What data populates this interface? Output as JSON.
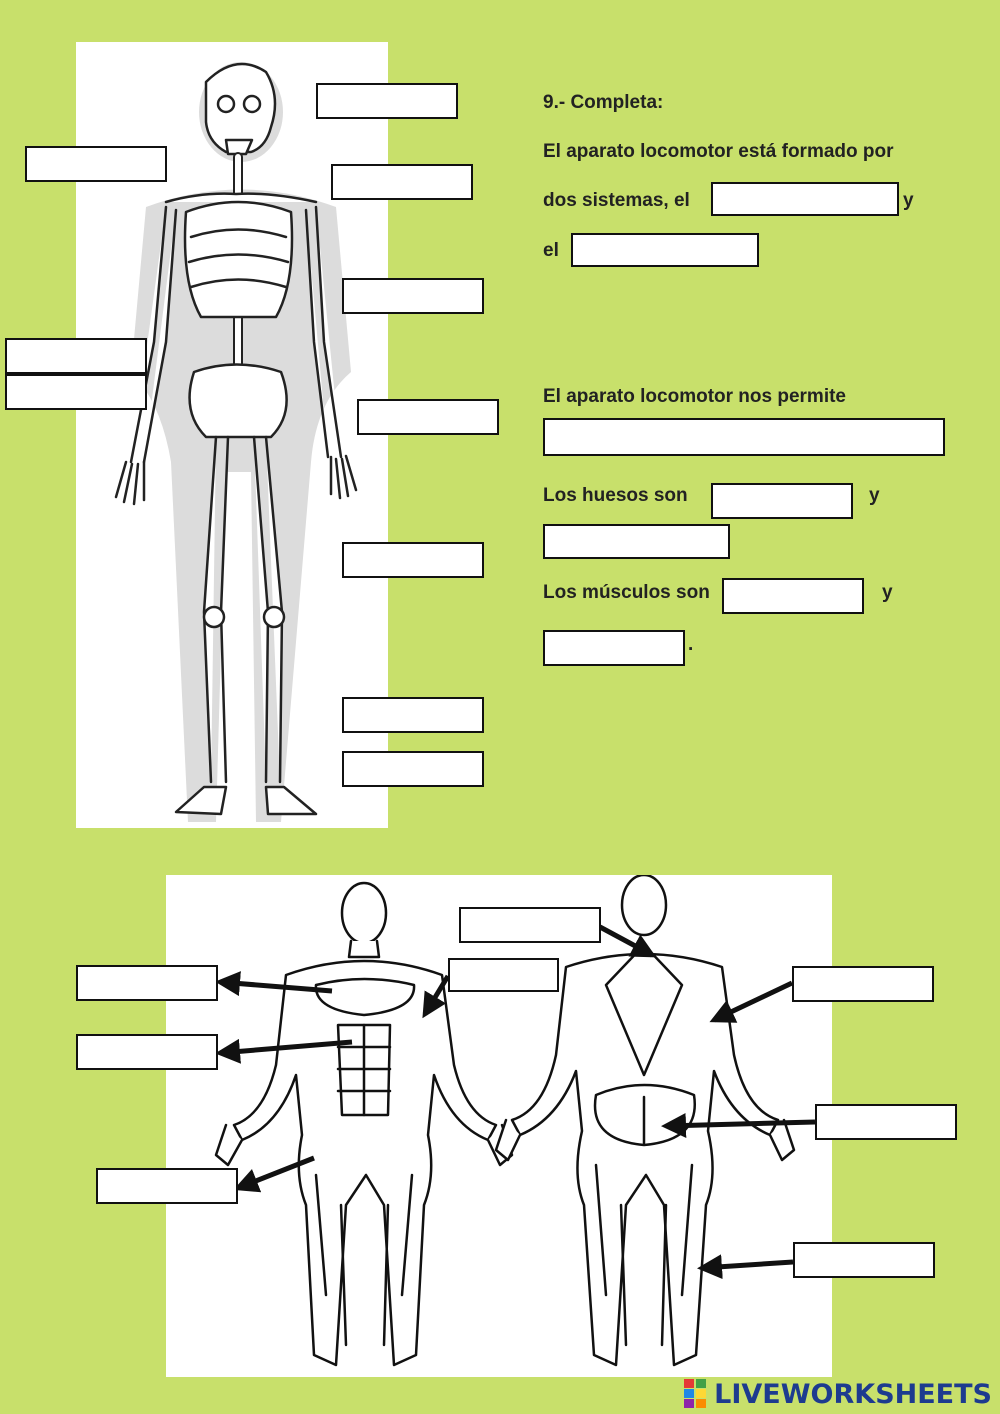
{
  "worksheet": {
    "heading": "9.- Completa:",
    "line1": "El aparato locomotor está formado por",
    "line2": "dos sistemas, el",
    "y1": "y",
    "el": "el",
    "permite": "El aparato locomotor nos permite",
    "huesos": "Los huesos son",
    "y2": "y",
    "musculos": "Los músculos son",
    "y3": "y",
    "period": "."
  },
  "colors": {
    "background": "#c8e06b",
    "ink": "#222222",
    "brand": "#1d3b8f"
  },
  "brand": {
    "name": "LIVEWORKSHEETS",
    "logo_icon": "liveworksheets-logo-icon"
  }
}
